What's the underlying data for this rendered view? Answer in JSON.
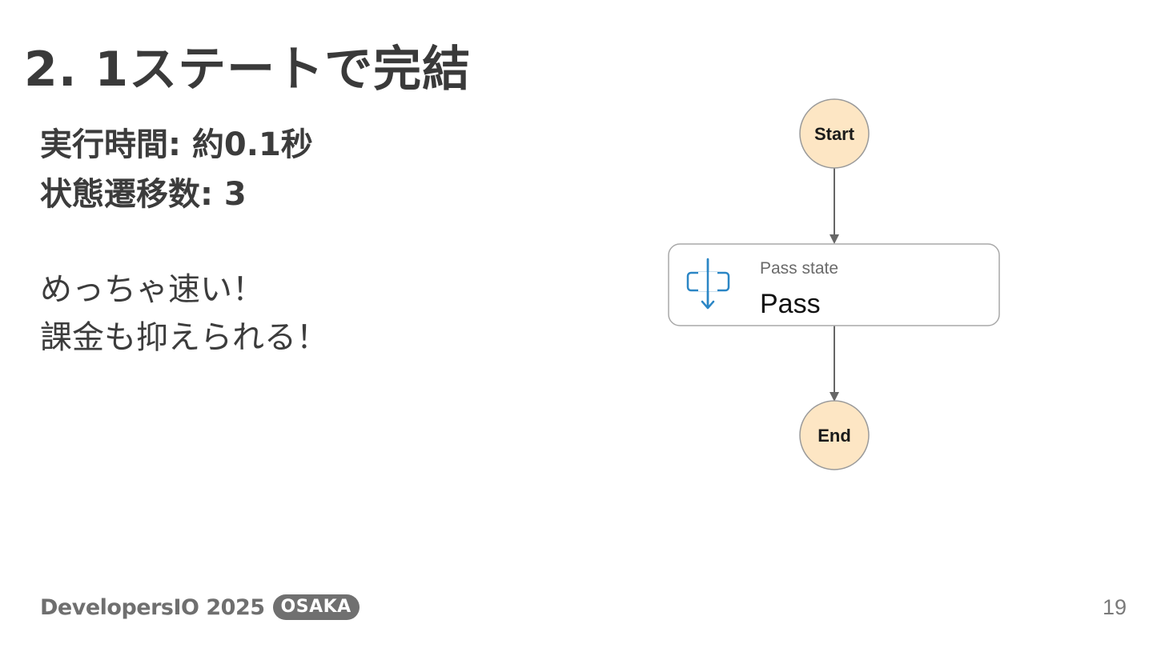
{
  "slide": {
    "title": "2. 1ステートで完結",
    "page_number": "19"
  },
  "stats": {
    "execution_time": "実行時間: 約0.1秒",
    "state_transitions": "状態遷移数: 3"
  },
  "notes": {
    "line1": "めっちゃ速い！",
    "line2": "課金も抑えられる！"
  },
  "diagram": {
    "start_label": "Start",
    "end_label": "End",
    "state": {
      "type_label": "Pass state",
      "name": "Pass",
      "icon": "pass-state-icon"
    },
    "colors": {
      "terminal_fill": "#fde6c4",
      "terminal_stroke": "#9a9a9a",
      "state_border": "#a8a8a8",
      "arrow": "#666666",
      "icon_color": "#2b86c5"
    }
  },
  "footer": {
    "brand": "DevelopersIO 2025",
    "badge": "OSAKA"
  }
}
